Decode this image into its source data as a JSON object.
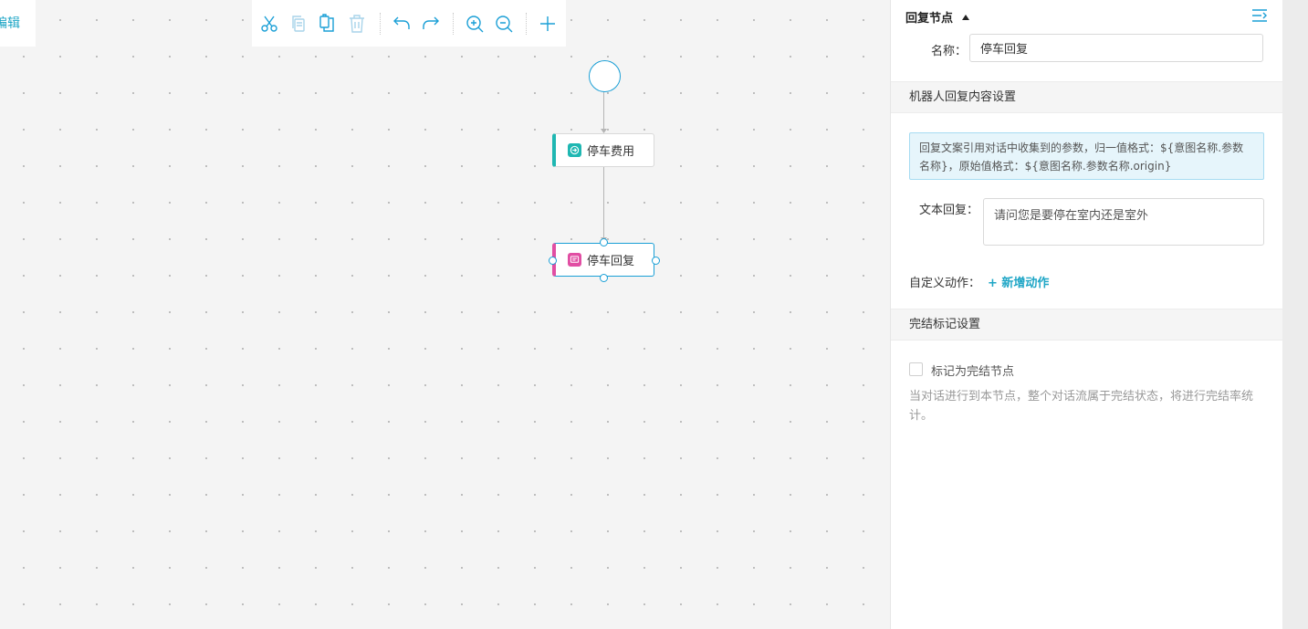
{
  "canvas": {
    "edit_tab_label": "编辑",
    "nodes": [
      {
        "label": "停车费用",
        "accent": "#1fb7b2",
        "icon": "entry-icon"
      },
      {
        "label": "停车回复",
        "accent": "#e14ea3",
        "icon": "message-icon"
      }
    ]
  },
  "toolbar": {
    "buttons": [
      "cut-icon",
      "copy-icon",
      "paste-icon",
      "delete-icon",
      "undo-icon",
      "redo-icon",
      "zoom-in-icon",
      "zoom-out-icon",
      "add-icon"
    ],
    "active_color": "#1a9fd6",
    "disabled_color": "#a9d4ea"
  },
  "panel": {
    "title": "回复节点",
    "name_label": "名称：",
    "name_value": "停车回复",
    "section_reply": "机器人回复内容设置",
    "info_text": "回复文案引用对话中收集到的参数，归一值格式：${意图名称.参数名称}，原始值格式：${意图名称.参数名称.origin}",
    "reply_label": "文本回复：",
    "reply_value": "请问您是要停在室内还是室外",
    "custom_action_label": "自定义动作：",
    "add_action": "+ 新增动作",
    "section_finish": "完结标记设置",
    "checkbox_label": "标记为完结节点",
    "checkbox_checked": false,
    "description": "当对话进行到本节点，整个对话流属于完结状态，将进行完结率统计。"
  }
}
